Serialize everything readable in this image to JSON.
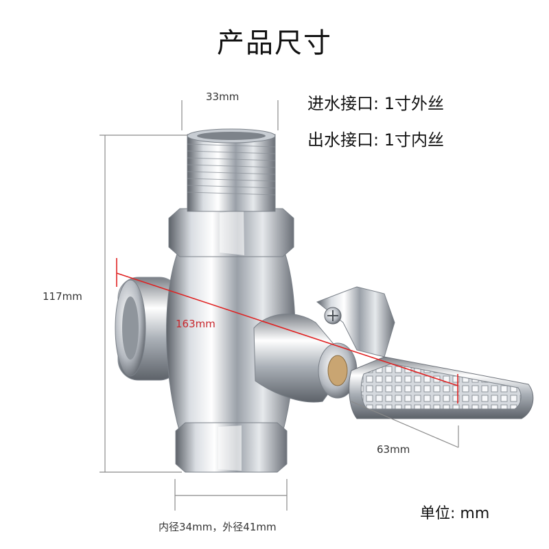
{
  "title": "产品尺寸",
  "specs": {
    "inlet": "进水接口: 1寸外丝",
    "outlet": "出水接口: 1寸内丝"
  },
  "dimensions": {
    "top_width": "33mm",
    "height": "117mm",
    "length": "163mm",
    "pedal_width": "63mm",
    "bottom_diameter": "内径34mm，外径41mm"
  },
  "unit": "单位:  mm",
  "colors": {
    "dimension_line": "#8a8a8a",
    "length_line": "#e02020",
    "chrome_light": "#f4f6f8",
    "chrome_mid": "#b9bec5",
    "chrome_dark": "#5d6269"
  }
}
